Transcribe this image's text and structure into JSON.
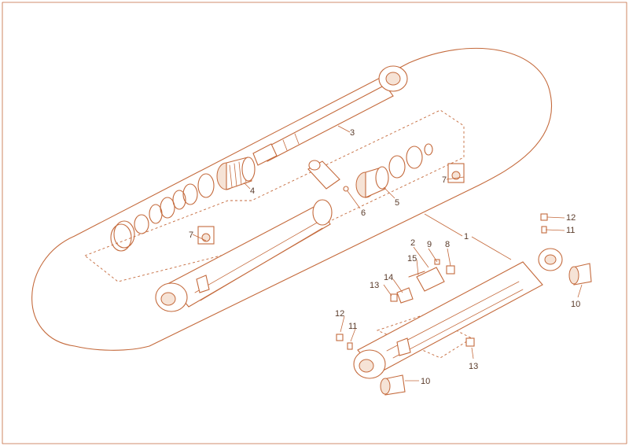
{
  "colors": {
    "line": "#c46a3c",
    "fill": "#f6e3d6",
    "label": "#5a3b2a",
    "background": "#ffffff"
  },
  "callouts": {
    "c1": "1",
    "c2": "2",
    "c3": "3",
    "c4": "4",
    "c5": "5",
    "c6": "6",
    "c7a": "7",
    "c7b": "7",
    "c8": "8",
    "c9": "9",
    "c10a": "10",
    "c10b": "10",
    "c11a": "11",
    "c11b": "11",
    "c12a": "12",
    "c12b": "12",
    "c13a": "13",
    "c13b": "13",
    "c14": "14",
    "c15": "15"
  }
}
